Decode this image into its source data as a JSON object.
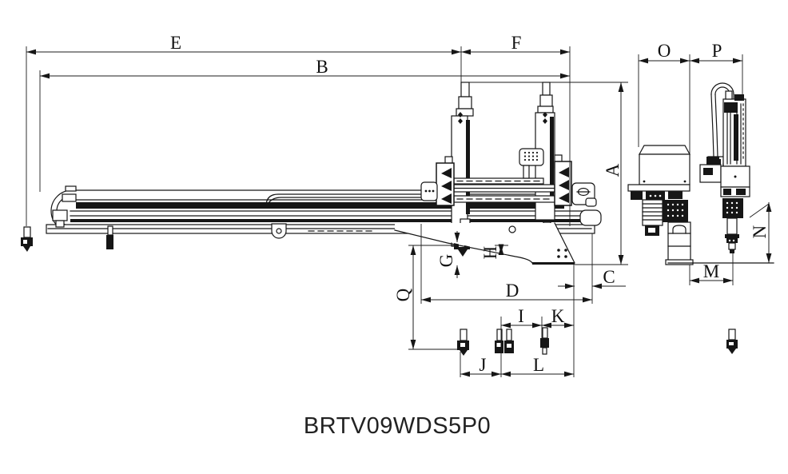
{
  "caption": "BRTV09WDS5P0",
  "front_view": {
    "dims": {
      "E": "E",
      "B": "B",
      "F": "F",
      "A": "A",
      "C": "C",
      "D": "D",
      "G": "G",
      "H": "H",
      "Q": "Q",
      "I": "I",
      "K": "K",
      "J": "J",
      "L": "L"
    }
  },
  "side_view": {
    "dims": {
      "O": "O",
      "P": "P",
      "N": "N",
      "M": "M"
    }
  },
  "colors": {
    "line": "#161616",
    "background": "#ffffff"
  }
}
